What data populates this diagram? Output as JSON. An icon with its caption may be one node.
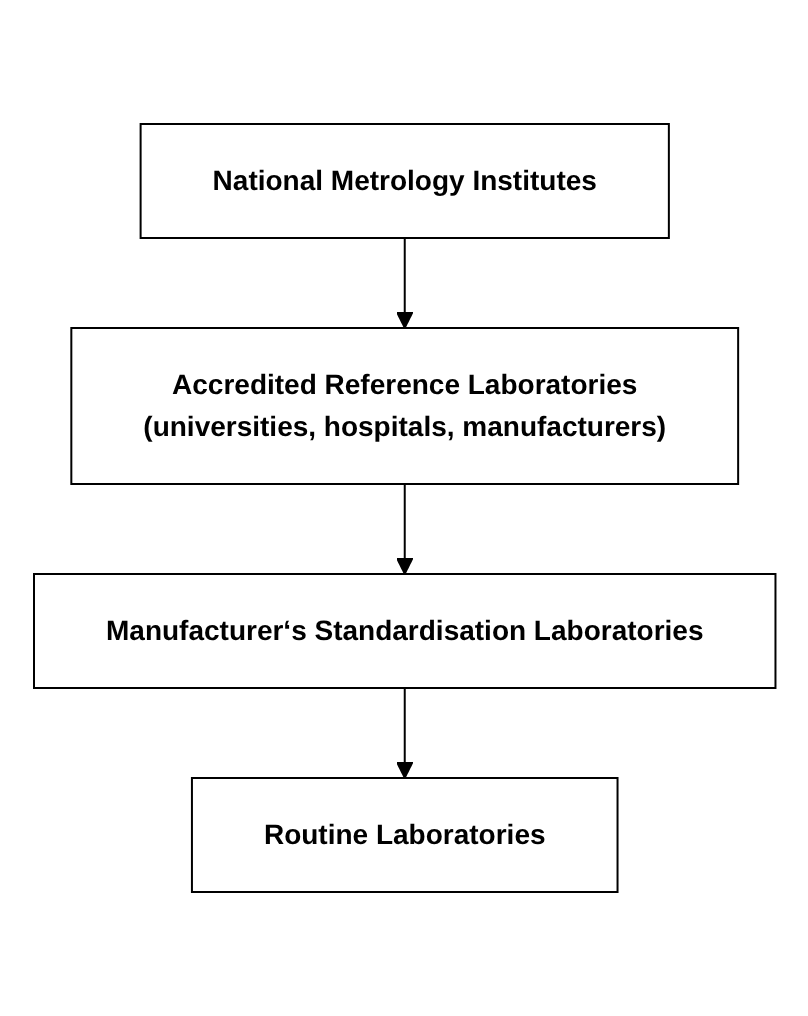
{
  "diagram": {
    "nodes": [
      {
        "text": [
          "National Metrology Institutes"
        ]
      },
      {
        "text": [
          "Accredited Reference Laboratories",
          "(universities, hospitals, manufacturers)"
        ]
      },
      {
        "text": [
          "Manufacturer‘s Standardisation Laboratories"
        ]
      },
      {
        "text": [
          "Routine Laboratories"
        ]
      }
    ],
    "edges": [
      {
        "from": 0,
        "to": 1,
        "arrow": "to"
      },
      {
        "from": 1,
        "to": 2,
        "arrow": "to"
      },
      {
        "from": 2,
        "to": 3,
        "arrow": "to"
      }
    ]
  }
}
